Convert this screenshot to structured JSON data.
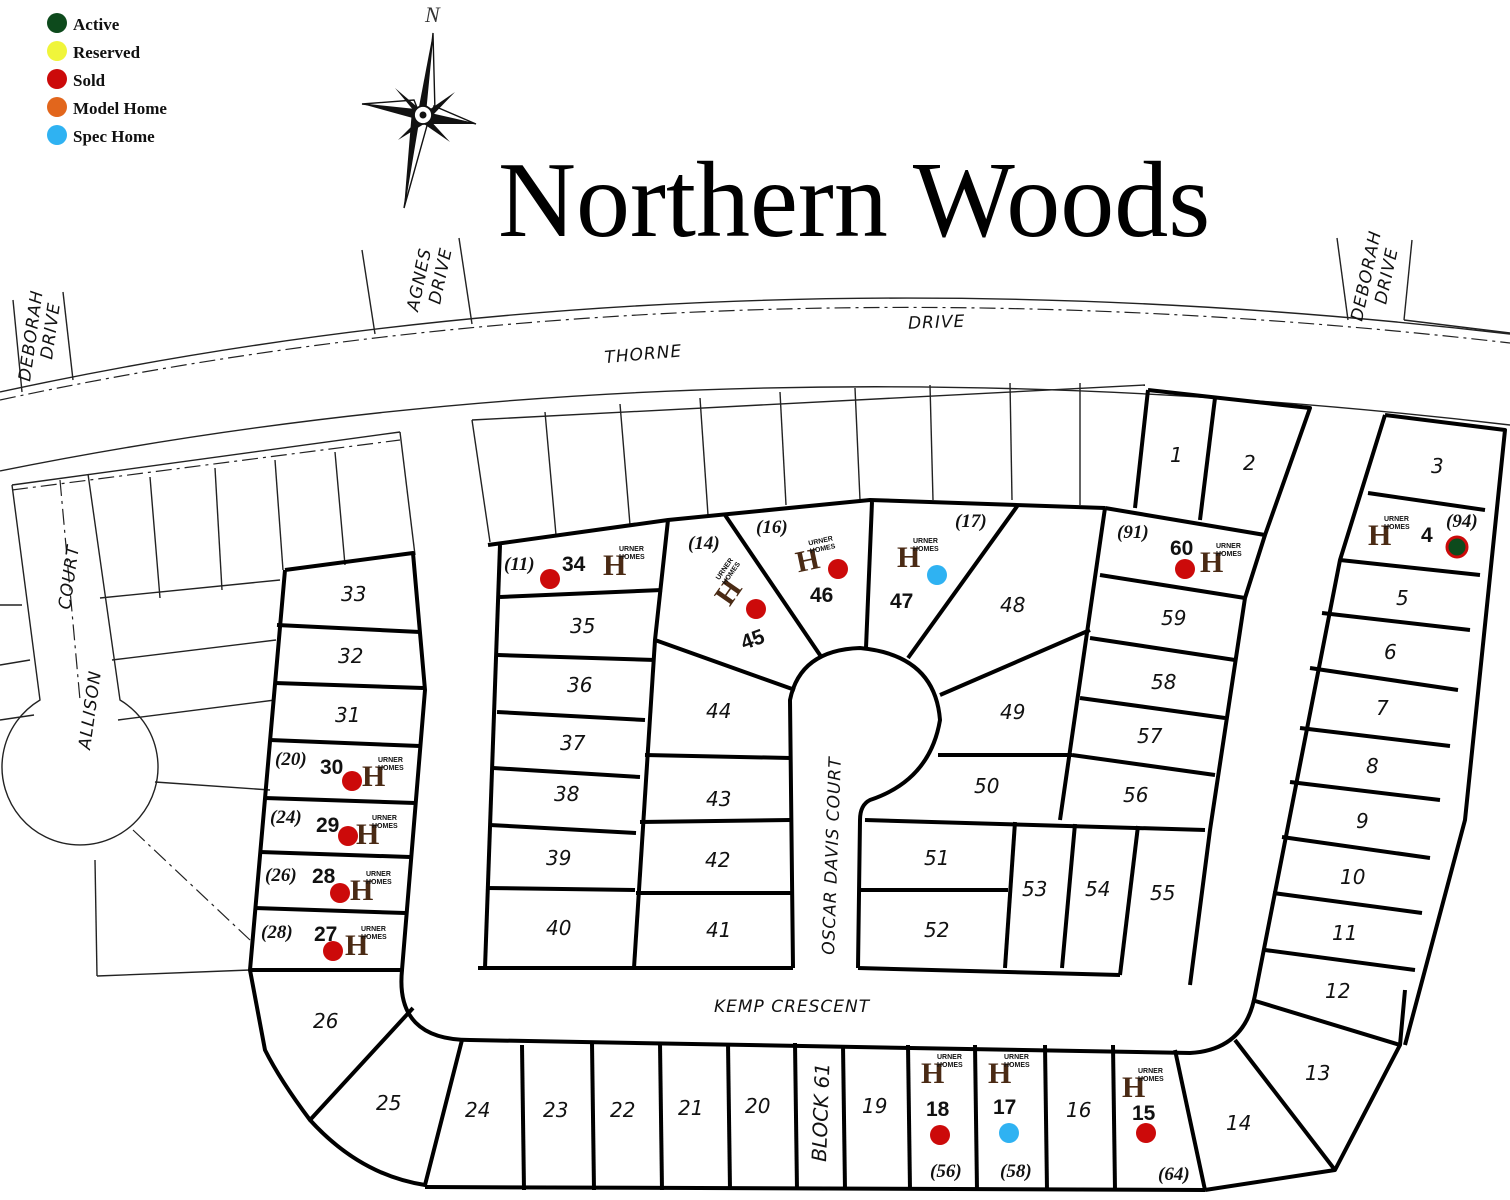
{
  "title": "Northern Woods",
  "north_label": "N",
  "legend": [
    {
      "label": "Active",
      "color": "#0d4a1c"
    },
    {
      "label": "Reserved",
      "color": "#f0f53a"
    },
    {
      "label": "Sold",
      "color": "#cc0a0a"
    },
    {
      "label": "Model Home",
      "color": "#e2661c"
    },
    {
      "label": "Spec Home",
      "color": "#2fb2f2"
    }
  ],
  "streets": {
    "thorne": "THORNE",
    "drive": "DRIVE",
    "agnes": "AGNES",
    "agnes_drive": "DRIVE",
    "deborah_left": "DEBORAH",
    "deborah_left_drive": "DRIVE",
    "deborah_right": "DEBORAH",
    "deborah_right_drive": "DRIVE",
    "court": "COURT",
    "allison": "ALLISON",
    "oscar_davis": "OSCAR  DAVIS  COURT",
    "kemp": "KEMP  CRESCENT",
    "block61": "BLOCK 61"
  },
  "lots": {
    "l1": "1",
    "l2": "2",
    "l3": "3",
    "l4": "4",
    "l5": "5",
    "l6": "6",
    "l7": "7",
    "l8": "8",
    "l9": "9",
    "l10": "10",
    "l11": "11",
    "l12": "12",
    "l13": "13",
    "l14": "14",
    "l15": "15",
    "l16": "16",
    "l17": "17",
    "l18": "18",
    "l19": "19",
    "l20": "20",
    "l21": "21",
    "l22": "22",
    "l23": "23",
    "l24": "24",
    "l25": "25",
    "l26": "26",
    "l27": "27",
    "l28": "28",
    "l29": "29",
    "l30": "30",
    "l31": "31",
    "l32": "32",
    "l33": "33",
    "l34": "34",
    "l35": "35",
    "l36": "36",
    "l37": "37",
    "l38": "38",
    "l39": "39",
    "l40": "40",
    "l41": "41",
    "l42": "42",
    "l43": "43",
    "l44": "44",
    "l45": "45",
    "l46": "46",
    "l47": "47",
    "l48": "48",
    "l49": "49",
    "l50": "50",
    "l51": "51",
    "l52": "52",
    "l53": "53",
    "l54": "54",
    "l55": "55",
    "l56": "56",
    "l57": "57",
    "l58": "58",
    "l59": "59",
    "l60": "60"
  },
  "parens": {
    "p11": "(11)",
    "p14": "(14)",
    "p16": "(16)",
    "p17": "(17)",
    "p91": "(91)",
    "p94": "(94)",
    "p20": "(20)",
    "p24": "(24)",
    "p26": "(26)",
    "p28": "(28)",
    "p56": "(56)",
    "p58": "(58)",
    "p64": "(64)"
  },
  "logo": {
    "letter": "H",
    "top": "URNER",
    "bottom": "HOMES"
  }
}
